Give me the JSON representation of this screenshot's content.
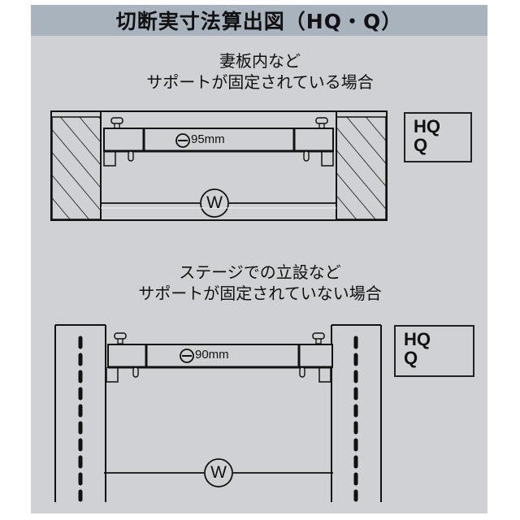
{
  "header": {
    "title": "切断実寸法算出図（HQ・Q）"
  },
  "section_fixed": {
    "caption_line1": "妻板内など",
    "caption_line2": "サポートが固定されている場合",
    "dimension_label": "⊖95mm",
    "dimension_value": "95mm",
    "width_symbol": "W",
    "model_labels": [
      "HQ",
      "Q"
    ]
  },
  "section_unfixed": {
    "caption_line1": "ステージでの立設など",
    "caption_line2": "サポートが固定されていない場合",
    "dimension_label": "⊖90mm",
    "dimension_value": "90mm",
    "width_symbol": "W",
    "model_labels": [
      "HQ",
      "Q"
    ]
  },
  "colors": {
    "title_bar": "#a8b3be",
    "panel_bg": "#cfd1d4",
    "line": "#111111"
  }
}
